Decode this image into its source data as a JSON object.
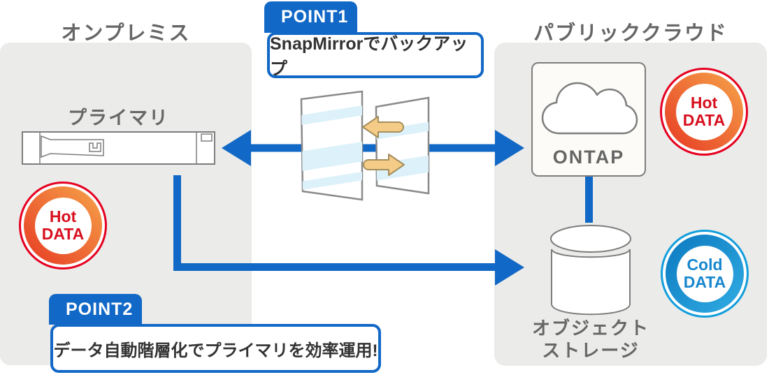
{
  "onprem": {
    "title": "オンプレミス",
    "primary_label": "プライマリ",
    "hot_badge": {
      "line1": "Hot",
      "line2": "DATA"
    }
  },
  "cloud": {
    "title": "パブリッククラウド",
    "ontap_label": "ONTAP",
    "object_storage": {
      "line1": "オブジェクト",
      "line2": "ストレージ"
    },
    "hot_badge": {
      "line1": "Hot",
      "line2": "DATA"
    },
    "cold_badge": {
      "line1": "Cold",
      "line2": "DATA"
    }
  },
  "point1": {
    "tab_label": "POINT1",
    "text": "SnapMirrorでバックアップ"
  },
  "point2": {
    "tab_label": "POINT2",
    "text": "データ自動階層化でプライマリを効率運用!"
  },
  "icons": {
    "server": "rack-server-icon",
    "mirror": "snapmirror-mirror-panels-icon",
    "cloud": "cloud-icon",
    "storage": "database-cylinder-icon",
    "sync_arrows": "left-right-sync-arrows-icon",
    "flow_arrows": "blue-flow-arrow"
  },
  "colors": {
    "blue": "#1268C6",
    "panel_gray": "#EBEBE9",
    "text_gray": "#666666",
    "text_dark": "#333333",
    "hot_red": "#D8101E",
    "hot_ring_start": "#F6A44A",
    "hot_ring_end": "#E63A23",
    "cold_blue": "#1787CE",
    "cold_ring_start": "#0C79C0",
    "cold_ring_end": "#31ACE3",
    "tan_arrow": "#F5CC87"
  }
}
